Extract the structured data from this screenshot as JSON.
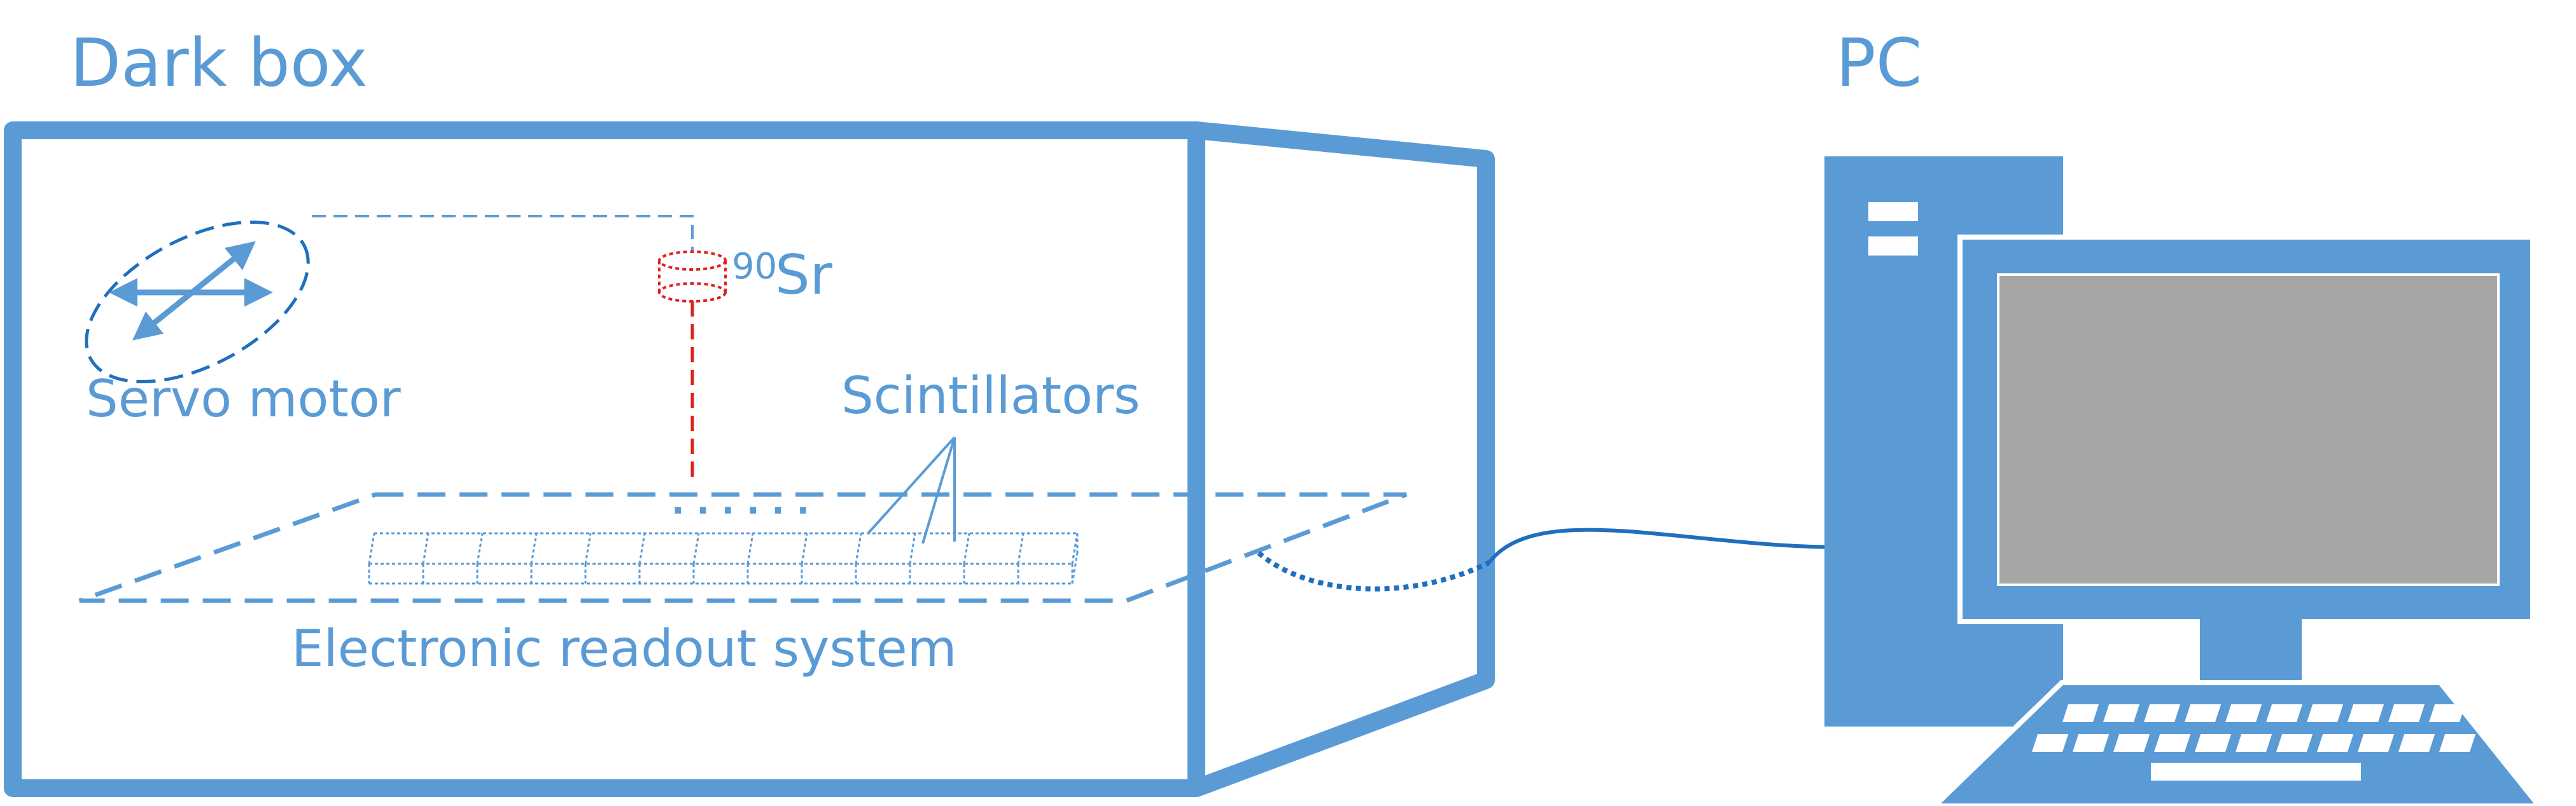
{
  "labels": {
    "dark_box": "Dark box",
    "pc": "PC",
    "servo_motor": "Servo motor",
    "source_mass_number": "90",
    "source_element": "Sr",
    "scintillators": "Scintillators",
    "electronic_readout": "Electronic readout system",
    "ellipsis": "· · · · · ·"
  },
  "colors": {
    "primary": "#5b9bd5",
    "source": "#e0201b",
    "cable": "#1f6fbf",
    "screen": "#a6a6a6",
    "background": "#ffffff"
  },
  "icons": {
    "servo": "bidirectional-arrows-icon",
    "source": "cylinder-icon",
    "computer": "desktop-computer-icon"
  }
}
